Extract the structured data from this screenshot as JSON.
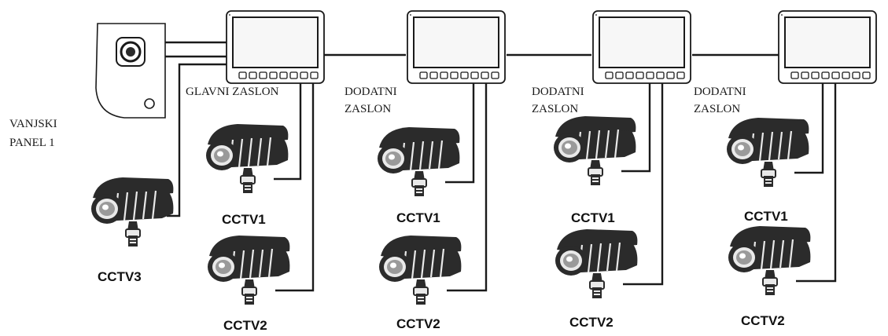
{
  "outdoor_panel": {
    "label_line1": "VANJSKI",
    "label_line2": "PANEL 1"
  },
  "monitors": [
    {
      "label_line1": "GLAVNI ZASLON",
      "label_line2": "",
      "cameras": [
        "CCTV1",
        "CCTV2"
      ]
    },
    {
      "label_line1": "DODATNI",
      "label_line2": "ZASLON",
      "cameras": [
        "CCTV1",
        "CCTV2"
      ]
    },
    {
      "label_line1": "DODATNI",
      "label_line2": "ZASLON",
      "cameras": [
        "CCTV1",
        "CCTV2"
      ]
    },
    {
      "label_line1": "DODATNI",
      "label_line2": "ZASLON",
      "cameras": [
        "CCTV1",
        "CCTV2"
      ]
    }
  ],
  "extra_camera": {
    "label": "CCTV3"
  },
  "colors": {
    "line": "#1a1a1a",
    "screen": "#f7f7f7",
    "camera_body": "#2b2b2b",
    "camera_light": "#e9e9e9"
  }
}
